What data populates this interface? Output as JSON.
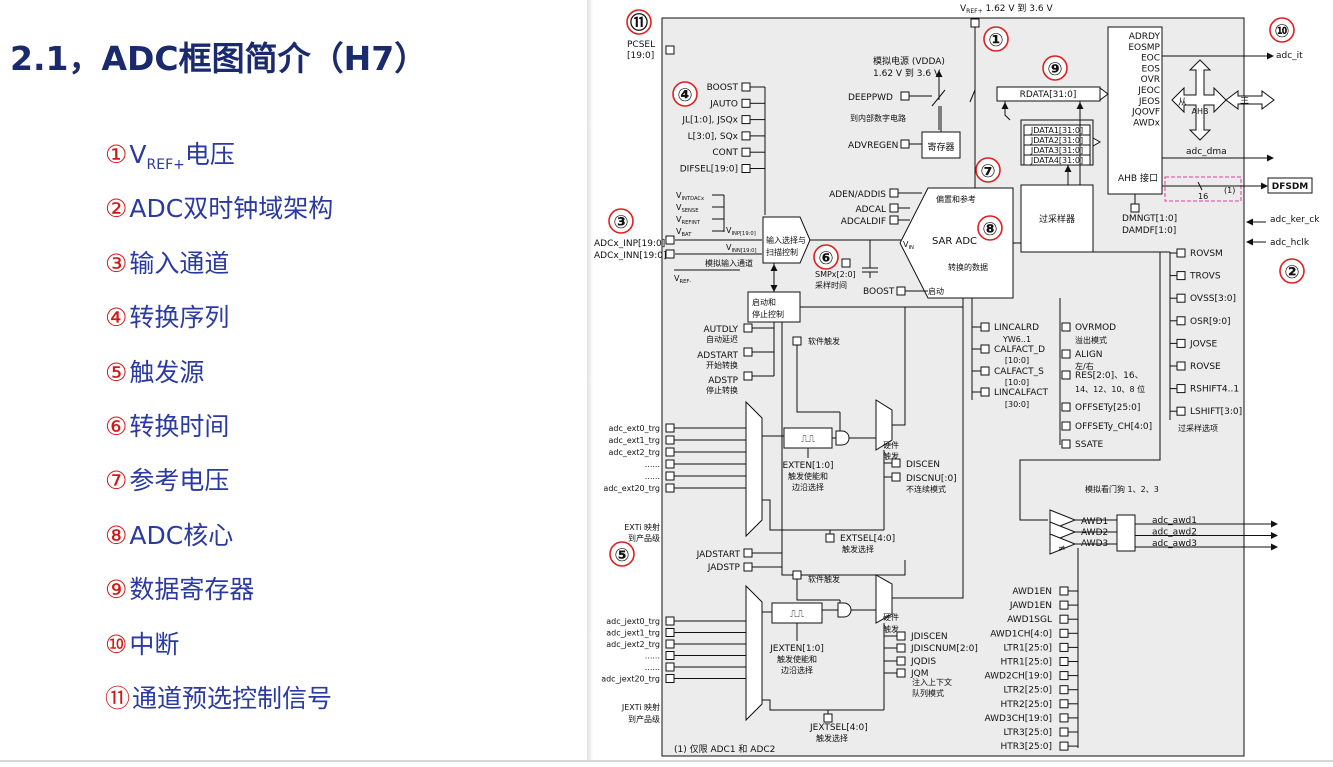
{
  "slide_title": "2.1，ADC框图简介（H7）",
  "legend": [
    {
      "num": "①",
      "main": "V",
      "sub": "REF+",
      "rest": "电压"
    },
    {
      "num": "②",
      "main": "ADC双时钟域架构",
      "sub": "",
      "rest": ""
    },
    {
      "num": "③",
      "main": "输入通道",
      "sub": "",
      "rest": ""
    },
    {
      "num": "④",
      "main": "转换序列",
      "sub": "",
      "rest": ""
    },
    {
      "num": "⑤",
      "main": "触发源",
      "sub": "",
      "rest": ""
    },
    {
      "num": "⑥",
      "main": "转换时间",
      "sub": "",
      "rest": ""
    },
    {
      "num": "⑦",
      "main": "参考电压",
      "sub": "",
      "rest": ""
    },
    {
      "num": "⑧",
      "main": "ADC核心",
      "sub": "",
      "rest": ""
    },
    {
      "num": "⑨",
      "main": "数据寄存器",
      "sub": "",
      "rest": ""
    },
    {
      "num": "⑩",
      "main": "中断",
      "sub": "",
      "rest": ""
    },
    {
      "num": "⑪",
      "main": "通道预选控制信号",
      "sub": "",
      "rest": ""
    }
  ],
  "diagram": {
    "vref_plus": "V",
    "vref_plus_sub": "REF+",
    "vref_range": "1.62 V 到 3.6 V",
    "pcsel": "PCSEL",
    "pcsel_bits": "[19:0]",
    "analog_supply": "模拟电源 (VDDA)",
    "analog_supply_range": "1.62 V 到 3.6 V",
    "deeppwd": "DEEPPWD",
    "to_digital": "到内部数字电路",
    "advregen": "ADVREGEN",
    "register_box": "寄存器",
    "rdata": "RDATA[31:0]",
    "jdata": [
      "JDATA1[31:0]",
      "JDATA2[31:0]",
      "JDATA3[31:0]",
      "JDATA4[31:0]"
    ],
    "flags": [
      "ADRDY",
      "EOSMP",
      "EOC",
      "EOS",
      "OVR",
      "JEOC",
      "JEOS",
      "JQOVF",
      "AWDx"
    ],
    "ahb_interface": "AHB 接口",
    "ahb": "AHB",
    "slave": "从",
    "master": "主",
    "adc_it": "adc_it",
    "adc_dma": "adc_dma",
    "dfsdm": "DFSDM",
    "dfsdm_width": "16",
    "dfsdm_note": "(1)",
    "dmngt": "DMNGT[1:0]",
    "damdf": "DAMDF[1:0]",
    "adc_ker_ck": "adc_ker_ck",
    "adc_hclk": "adc_hclk",
    "seq_regs": [
      "BOOST",
      "JAUTO",
      "JL[1:0], JSQx",
      "L[3:0], SQx",
      "CONT",
      "DIFSEL[19:0]"
    ],
    "int_channels": [
      "V",
      "V",
      "V",
      "V"
    ],
    "int_channel_subs": [
      "INTDACx",
      "SENSE",
      "REFINT",
      "BAT"
    ],
    "vinp": "V",
    "vinp_sub": "INP[19:0]",
    "vinn": "V",
    "vinn_sub": "INN[19:0]",
    "adc_inp": "ADCx_INP[19:0]",
    "adc_inn": "ADCx_INN[19:0]",
    "vref_minus": "V",
    "vref_minus_sub": "REF-",
    "analog_input_channel": "模拟输入通道",
    "input_select_1": "输入选择与",
    "input_select_2": "扫描控制",
    "smpx": "SMPx[2:0]",
    "sample_time": "采样时间",
    "aden": "ADEN/ADDIS",
    "adcal": "ADCAL",
    "adcaldif": "ADCALDIF",
    "bias_ref": "偏置和参考",
    "sar_adc": "SAR ADC",
    "vin": "V",
    "vin_sub": "IN",
    "converted_data": "转换的数据",
    "boost2": "BOOST",
    "start_label": "启动",
    "oversampler": "过采样器",
    "start_stop_1": "启动和",
    "start_stop_2": "停止控制",
    "autdly": "AUTDLY",
    "autdly_cn": "自动延迟",
    "adstart": "ADSTART",
    "adstart_cn": "开始转换",
    "adstp": "ADSTP",
    "adstp_cn": "停止转换",
    "sw_trigger": "软件触发",
    "hw_trigger_1": "硬件",
    "hw_trigger_2": "触发",
    "ext_trg": [
      "adc_ext0_trg",
      "adc_ext1_trg",
      "adc_ext2_trg",
      "......",
      "......",
      "adc_ext20_trg"
    ],
    "exten": "EXTEN[1:0]",
    "exten_cn1": "触发使能和",
    "exten_cn2": "边沿选择",
    "discen": "DISCEN",
    "discnum": "DISCNU[:0]",
    "discont_mode": "不连续模式",
    "exti_map_1": "EXTi 映射",
    "exti_map_2": "到产品级",
    "extsel": "EXTSEL[4:0]",
    "extsel_cn": "触发选择",
    "jadstart": "JADSTART",
    "jadstp": "JADSTP",
    "jext_trg": [
      "adc_jext0_trg",
      "adc_jext1_trg",
      "adc_jext2_trg",
      "......",
      "......",
      "adc_jext20_trg"
    ],
    "jexten": "JEXTEN[1:0]",
    "jexten_cn1": "触发使能和",
    "jexten_cn2": "边沿选择",
    "jdiscen": "JDISCEN",
    "jdiscnum": "JDISCNUM[2:0]",
    "jqdis": "JQDIS",
    "jqm": "JQM",
    "jqm_cn1": "注入上下文",
    "jqm_cn2": "队列模式",
    "jexti_map_1": "JEXTi 映射",
    "jexti_map_2": "到产品级",
    "jextsel": "JEXTSEL[4:0]",
    "jextsel_cn": "触发选择",
    "lincalrd": "LINCALRD",
    "yw": "YW6..1",
    "calfact_d": "CALFACT_D",
    "calfact_d_bits": "[10:0]",
    "calfact_s": "CALFACT_S",
    "calfact_s_bits": "[10:0]",
    "lincalfact": "LINCALFACT",
    "lincalfact_bits": "[30:0]",
    "ovrmod": "OVRMOD",
    "ovrmod_cn": "溢出模式",
    "align": "ALIGN",
    "align_cn": "左/右",
    "res": "RES[2:0]、16、",
    "res2": "14、12、10、8 位",
    "offsety": "OFFSETy[25:0]",
    "offsety_ch": "OFFSETy_CH[4:0]",
    "ssate": "SSATE",
    "os_regs": [
      "ROVSM",
      "TROVS",
      "OVSS[3:0]",
      "OSR[9:0]",
      "JOVSE",
      "ROVSE",
      "RSHIFT4..1",
      "LSHIFT[3:0]"
    ],
    "os_options": "过采样选项",
    "watchdog": "模拟看门狗 1、2、3",
    "awd": [
      "AWD1",
      "AWD2",
      "AWD3"
    ],
    "adc_awd": [
      "adc_awd1",
      "adc_awd2",
      "adc_awd3"
    ],
    "awd_regs": [
      "AWD1EN",
      "JAWD1EN",
      "AWD1SGL",
      "AWD1CH[4:0]",
      "LTR1[25:0]",
      "HTR1[25:0]",
      "AWD2CH[19:0]",
      "LTR2[25:0]",
      "HTR2[25:0]",
      "AWD3CH[19:0]",
      "LTR3[25:0]",
      "HTR3[25:0]"
    ],
    "footnote": "(1) 仅限 ADC1 和 ADC2",
    "markers": [
      "①",
      "②",
      "③",
      "④",
      "⑤",
      "⑥",
      "⑦",
      "⑧",
      "⑨",
      "⑩",
      "⑪"
    ],
    "neq": "≠"
  }
}
